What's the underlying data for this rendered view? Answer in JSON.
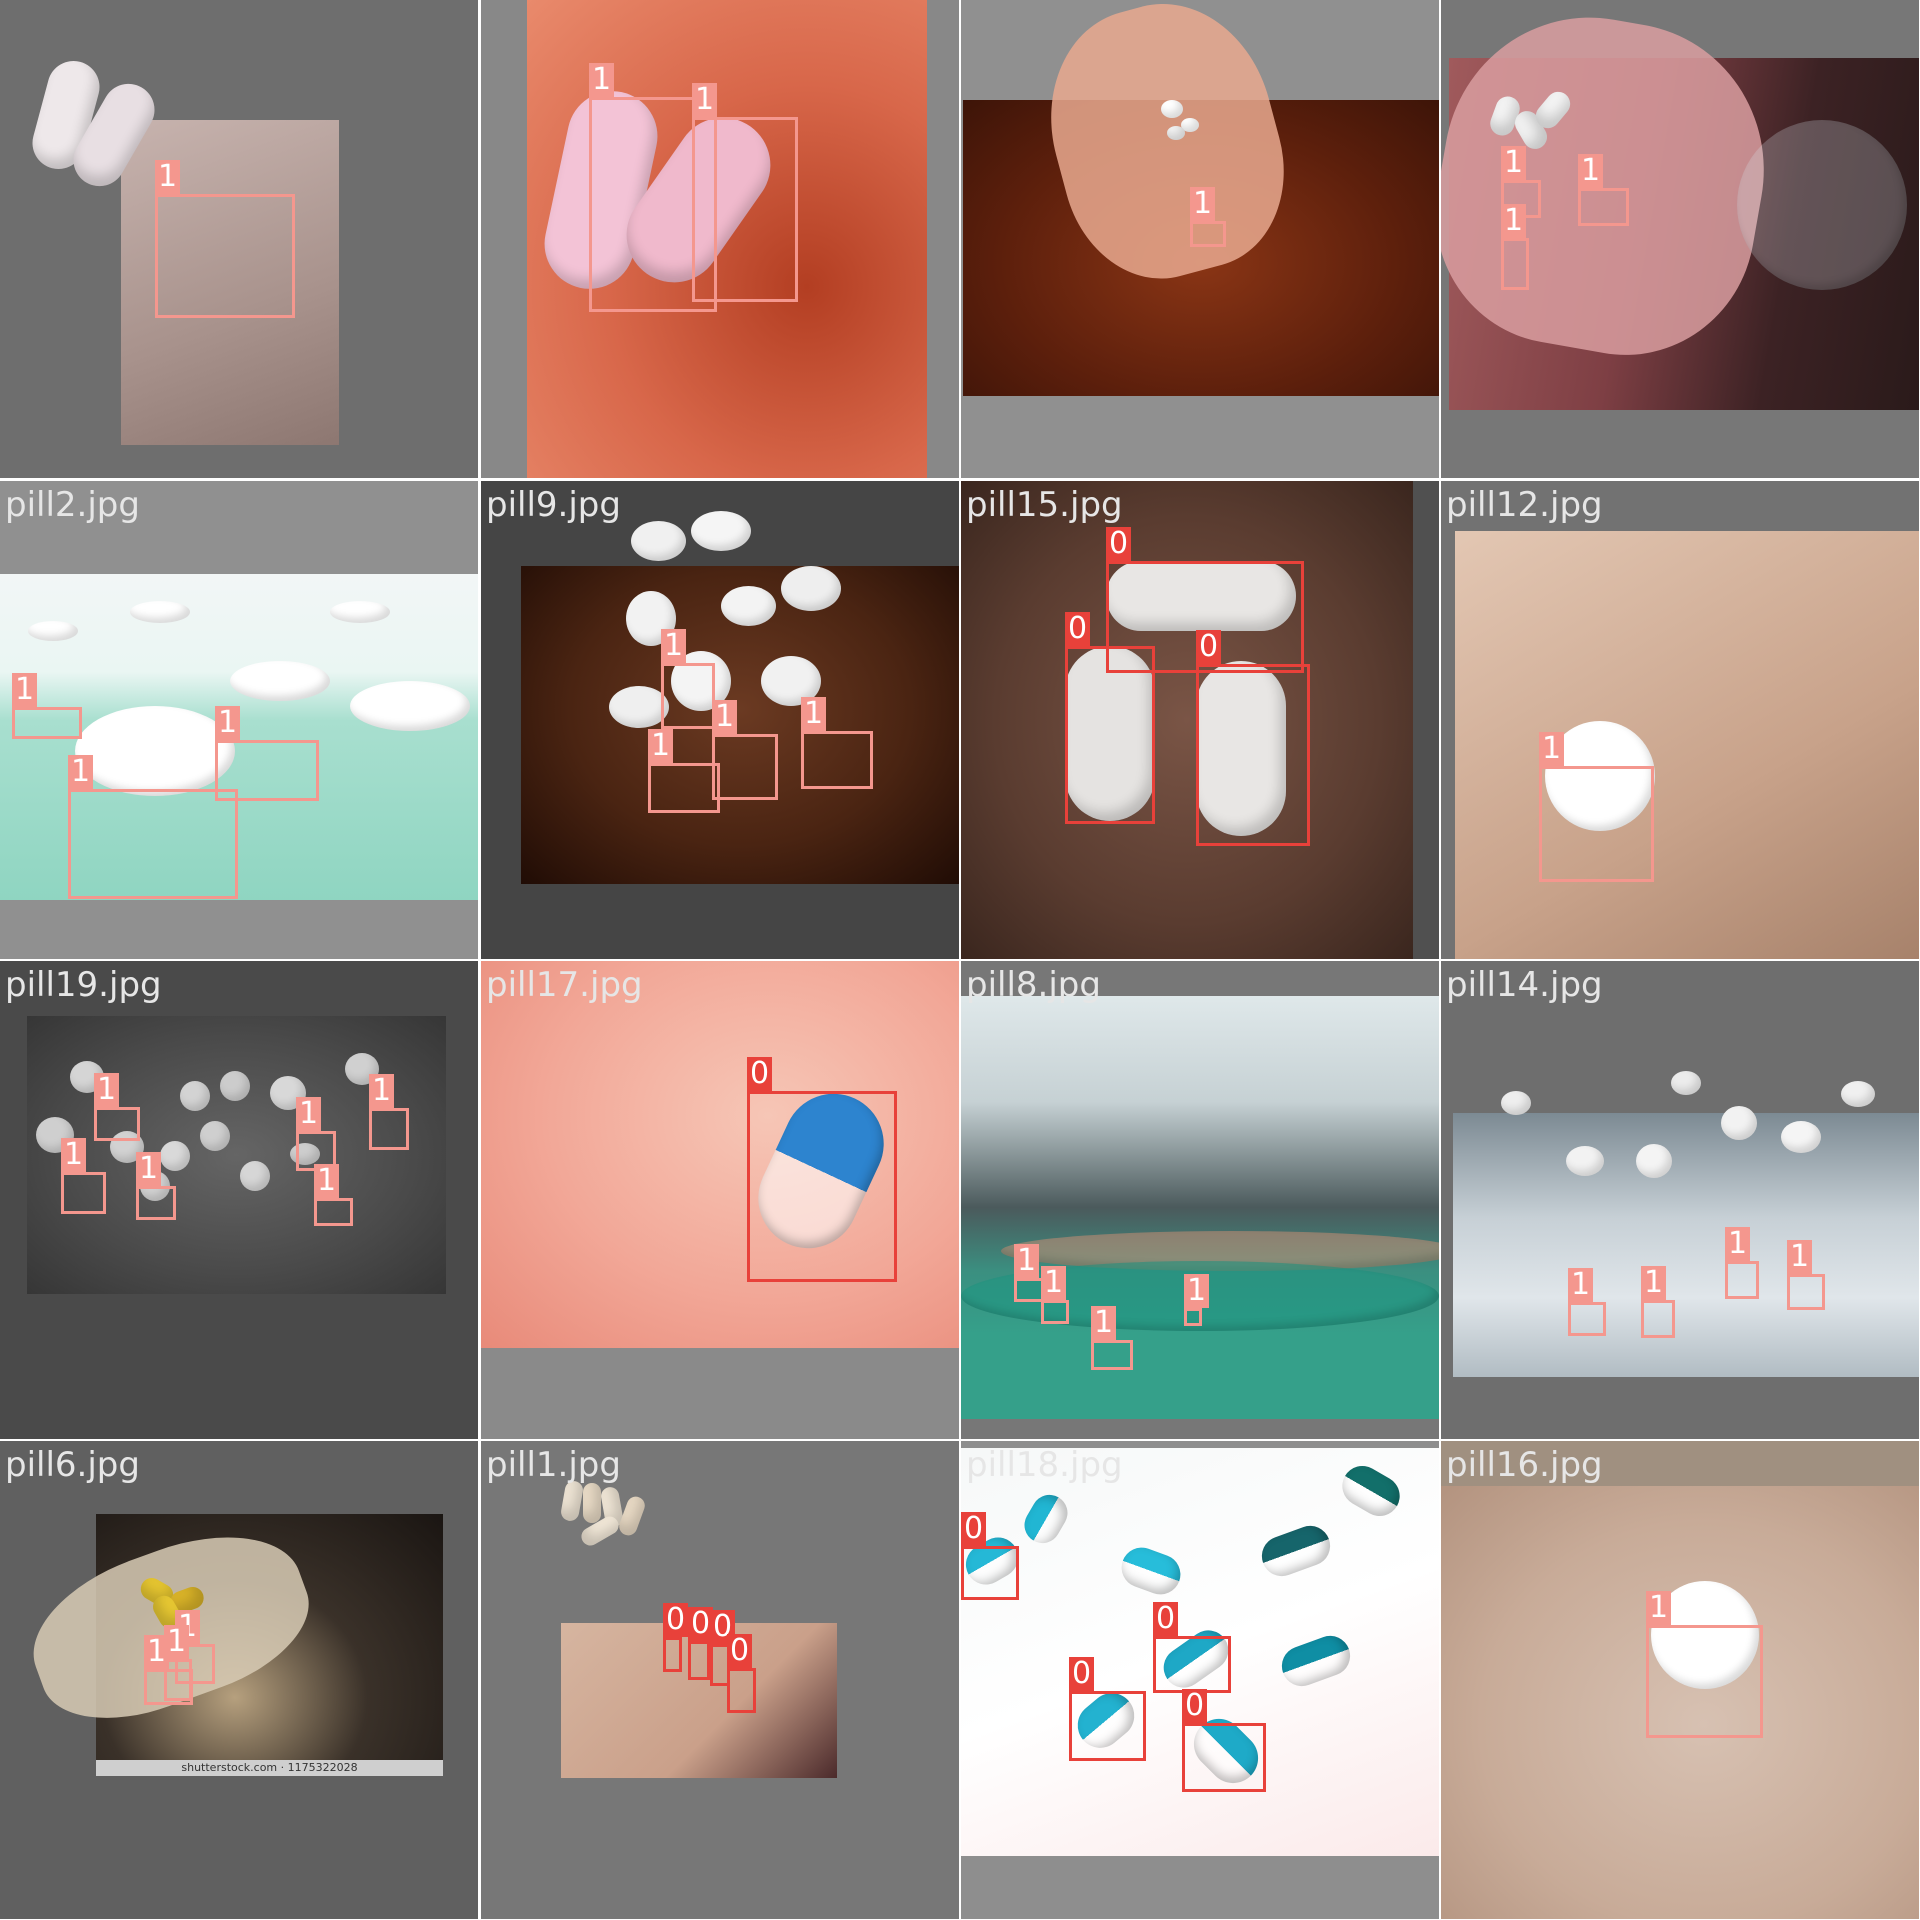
{
  "grid": {
    "columns": 4,
    "rows": 4
  },
  "colors": {
    "class_0": "#e8413a",
    "class_1": "#f4978e"
  },
  "tiles": [
    {
      "filename": "",
      "bg": "#6e6e6e",
      "photo": "tablets-pink-palm",
      "detections": [
        {
          "label": "1"
        }
      ]
    },
    {
      "filename": "",
      "bg": "#888888",
      "photo": "pink-tablets-hand-closeup",
      "detections": [
        {
          "label": "1"
        },
        {
          "label": "1"
        }
      ]
    },
    {
      "filename": "",
      "bg": "#909090",
      "photo": "hand-dark-background",
      "detections": [
        {
          "label": "1"
        }
      ]
    },
    {
      "filename": "",
      "bg": "#777777",
      "photo": "hand-tablets-water-glass",
      "detections": [
        {
          "label": "1"
        },
        {
          "label": "1"
        },
        {
          "label": "1"
        }
      ]
    },
    {
      "filename": "pill2.jpg",
      "bg": "#909090",
      "photo": "tablets-production-line",
      "detections": [
        {
          "label": "1"
        },
        {
          "label": "1"
        },
        {
          "label": "1"
        }
      ]
    },
    {
      "filename": "pill9.jpg",
      "bg": "#454545",
      "photo": "pile-white-tablets",
      "detections": [
        {
          "label": "1"
        },
        {
          "label": "1"
        },
        {
          "label": "1"
        },
        {
          "label": "1"
        }
      ]
    },
    {
      "filename": "pill15.jpg",
      "bg": "#505050",
      "photo": "capsules-dark-palm",
      "detections": [
        {
          "label": "0"
        },
        {
          "label": "0"
        },
        {
          "label": "0"
        }
      ]
    },
    {
      "filename": "pill12.jpg",
      "bg": "#727272",
      "photo": "single-tablet-palm",
      "detections": [
        {
          "label": "1"
        }
      ]
    },
    {
      "filename": "pill19.jpg",
      "bg": "#4a4a4a",
      "photo": "many-tablets-grey-hand",
      "detections": [
        {
          "label": "1"
        },
        {
          "label": "1"
        },
        {
          "label": "1"
        },
        {
          "label": "1"
        },
        {
          "label": "1"
        },
        {
          "label": "1"
        }
      ]
    },
    {
      "filename": "pill17.jpg",
      "bg": "#8a8a8a",
      "photo": "blue-capsule-palm",
      "detections": [
        {
          "label": "0"
        }
      ]
    },
    {
      "filename": "pill8.jpg",
      "bg": "#777777",
      "photo": "factory-conveyor",
      "detections": [
        {
          "label": "1"
        },
        {
          "label": "1"
        },
        {
          "label": "1"
        },
        {
          "label": "1"
        }
      ]
    },
    {
      "filename": "pill14.jpg",
      "bg": "#6e6e6e",
      "photo": "tablets-metal-rails",
      "detections": [
        {
          "label": "1"
        },
        {
          "label": "1"
        },
        {
          "label": "1"
        },
        {
          "label": "1"
        }
      ]
    },
    {
      "filename": "pill6.jpg",
      "bg": "#606060",
      "photo": "yellow-pills-hand-bottles",
      "watermark": "shutterstock.com · 1175322028",
      "detections": [
        {
          "label": "1"
        },
        {
          "label": "1"
        },
        {
          "label": "1"
        }
      ]
    },
    {
      "filename": "pill1.jpg",
      "bg": "#777777",
      "photo": "capsules-hand-small",
      "detections": [
        {
          "label": "0"
        },
        {
          "label": "0"
        },
        {
          "label": "0"
        },
        {
          "label": "0"
        }
      ]
    },
    {
      "filename": "pill18.jpg",
      "bg": "#8e8e8e",
      "photo": "cyan-capsules-scatter",
      "detections": [
        {
          "label": "0"
        },
        {
          "label": "0"
        },
        {
          "label": "0"
        },
        {
          "label": "0"
        }
      ]
    },
    {
      "filename": "pill16.jpg",
      "bg": "#a09080",
      "photo": "single-tablet-palm-closeup",
      "detections": [
        {
          "label": "1"
        }
      ]
    }
  ]
}
